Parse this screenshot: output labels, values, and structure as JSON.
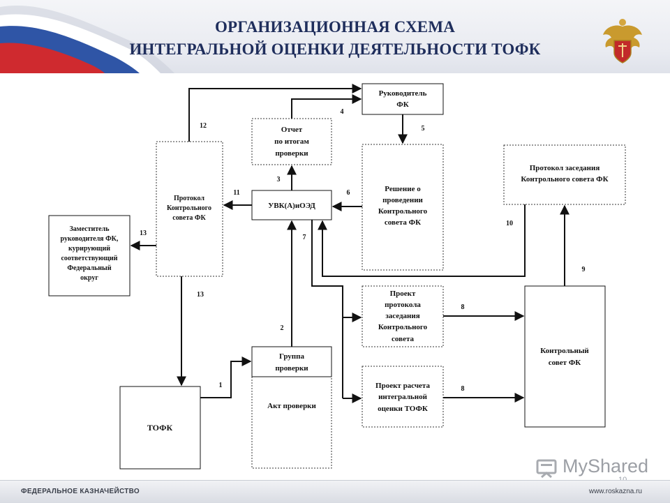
{
  "header": {
    "title_line1": "ОРГАНИЗАЦИОННАЯ СХЕМА",
    "title_line2": "ИНТЕГРАЛЬНОЙ ОЦЕНКИ ДЕЯТЕЛЬНОСТИ ТОФК",
    "emblem": "double-headed-eagle-emblem"
  },
  "nodes": {
    "rukovoditel": [
      "Руководитель",
      "ФК"
    ],
    "otchet": [
      "Отчет",
      "по итогам",
      "проверки"
    ],
    "protokol_left": [
      "Протокол",
      "Контрольного",
      "совета ФК"
    ],
    "uvk": [
      "УВК(А)иОЭД"
    ],
    "reshenie": [
      "Решение о",
      "проведении",
      "Контрольного",
      "совета ФК"
    ],
    "protokol_right": [
      "Протокол заседания",
      "Контрольного совета ФК"
    ],
    "zamestitel": [
      "Заместитель",
      "руководителя ФК,",
      "курирующий",
      "соответствующий",
      "Федеральный",
      "округ"
    ],
    "proekt_protokola": [
      "Проект",
      "протокола",
      "заседания",
      "Контрольного",
      "совета"
    ],
    "proekt_rascheta": [
      "Проект расчета",
      "интегральной",
      "оценки ТОФК"
    ],
    "kontrolny_sovet": [
      "Контрольный",
      "совет ФК"
    ],
    "gruppa": [
      "Группа",
      "проверки"
    ],
    "akt": [
      "Акт проверки"
    ],
    "tofk": [
      "ТОФК"
    ]
  },
  "edge_labels": {
    "e1": "1",
    "e2": "2",
    "e3": "3",
    "e4": "4",
    "e5": "5",
    "e6": "6",
    "e7": "7",
    "e8a": "8",
    "e8b": "8",
    "e9": "9",
    "e10": "10",
    "e11": "11",
    "e12": "12",
    "e13a": "13",
    "e13b": "13"
  },
  "footer": {
    "left": "ФЕДЕРАЛЬНОЕ КАЗНАЧЕЙСТВО",
    "right": "www.roskazna.ru",
    "page_number": "10"
  },
  "watermark": "MyShared"
}
